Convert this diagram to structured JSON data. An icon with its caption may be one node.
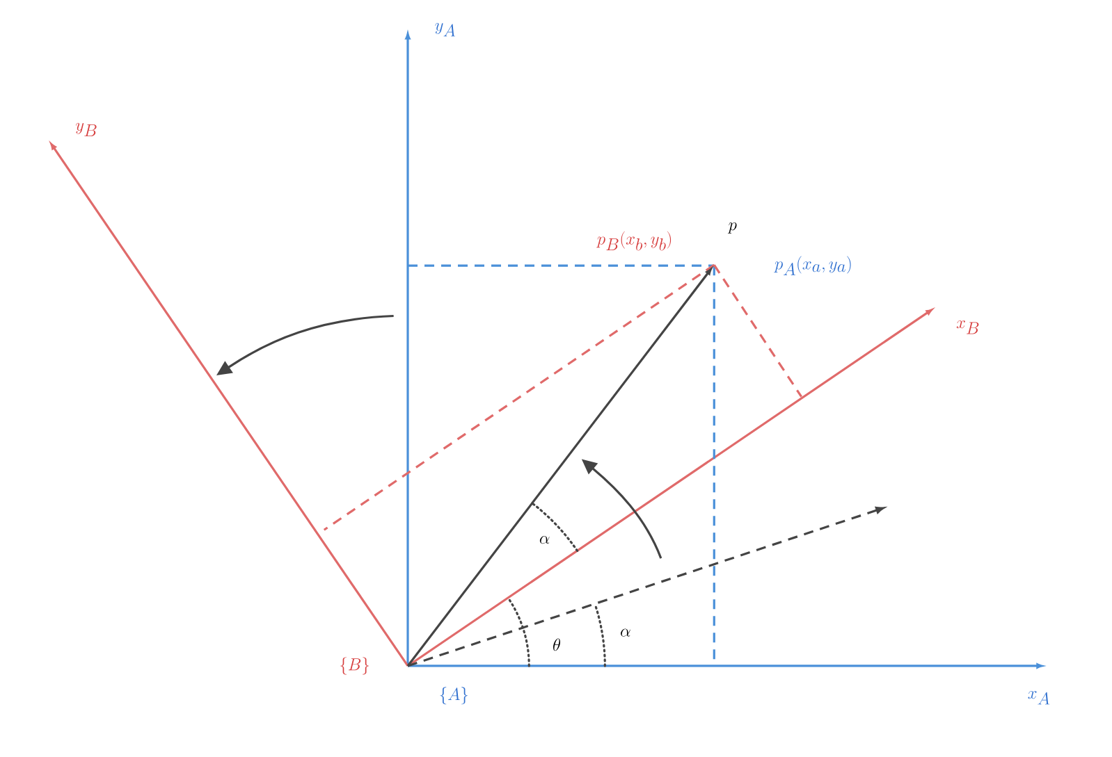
{
  "diagram": {
    "labels": [
      "y_A",
      "y_B",
      "p",
      "p_B(x_b, y_b)",
      "p_A(x_a, y_a)",
      "x_B",
      "\\alpha",
      "\\alpha",
      "\\theta",
      "\\{B\\}",
      "\\{A\\}",
      "x_A"
    ]
  }
}
